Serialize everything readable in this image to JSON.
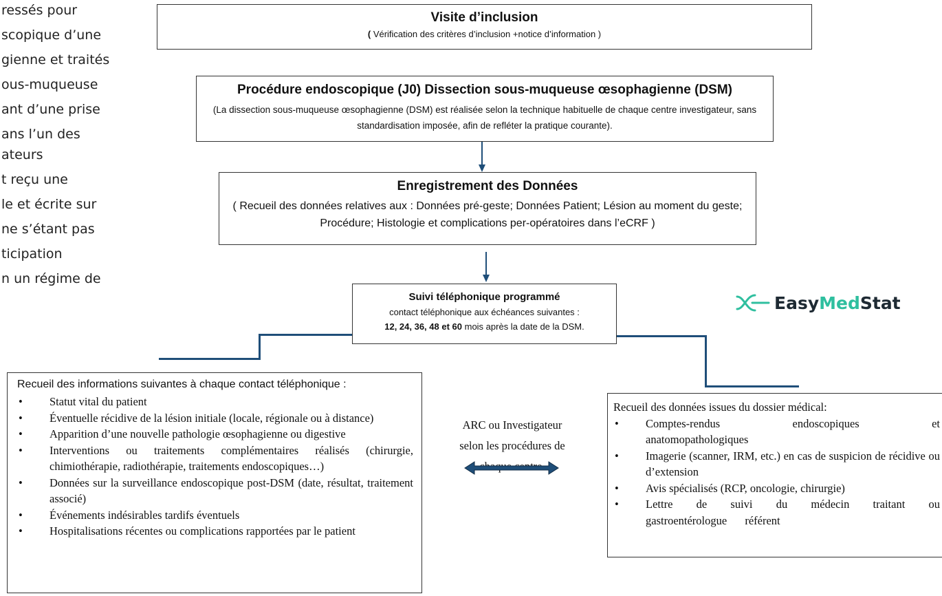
{
  "left_fragment_lines": [
    "ressés       pour",
    "scopique d’une",
    "gienne et traités",
    "ous-muqueuse",
    "ant d’une prise",
    "ans    l’un    des",
    "ateurs",
    "t      reçu      une",
    "le et écrite sur",
    "ne s’étant pas",
    "ticipation",
    "n un régime de"
  ],
  "visite": {
    "title": "Visite d’inclusion",
    "paren_open": "(",
    "subtitle": " Vérification des critères d’inclusion +notice d’information )"
  },
  "procedure": {
    "title": "Procédure endoscopique (J0) Dissection sous-muqueuse œsophagienne (DSM)",
    "body": "(La dissection sous-muqueuse œsophagienne (DSM) est réalisée selon la technique habituelle de chaque centre investigateur, sans standardisation imposée, afin de refléter la pratique courante)."
  },
  "enregistrement": {
    "title": "Enregistrement des Données",
    "body": "( Recueil des données relatives aux : Données pré-geste; Données Patient; Lésion au moment du geste; Procédure; Histologie  et complications per-opératoires dans l’eCRF )"
  },
  "suivi": {
    "title": "Suivi téléphonique programmé",
    "line1": "contact téléphonique aux échéances suivantes :",
    "months_bold": "12, 24, 36, 48 et 60",
    "line2_rest": " mois après la date de la DSM."
  },
  "brand": {
    "name_part1": "Easy",
    "name_part2": "Med",
    "name_part3": "Stat",
    "colors": {
      "teal": "#2fbf9f",
      "dark": "#1e2a33"
    }
  },
  "left_box": {
    "heading": "Recueil des informations suivantes à chaque contact téléphonique :",
    "items": [
      "Statut vital du patient",
      "Éventuelle récidive de la lésion initiale (locale, régionale ou à distance)",
      "Apparition d’une nouvelle pathologie œsophagienne ou digestive",
      "Interventions ou traitements complémentaires réalisés (chirurgie, chimiothérapie, radiothérapie, traitements endoscopiques…)",
      "Données sur la surveillance endoscopique post-DSM (date, résultat, traitement associé)",
      "Événements indésirables tardifs éventuels",
      "Hospitalisations récentes ou complications rapportées par le patient"
    ]
  },
  "middle": {
    "line1": "ARC ou Investigateur",
    "line2": "selon les procédures de",
    "line3": "chaque centre."
  },
  "right_box": {
    "heading": "Recueil des données issues du dossier médical:",
    "items": [
      "Comptes-rendus endoscopiques et anatomopathologiques",
      "Imagerie (scanner, IRM, etc.) en cas de suspicion de récidive ou d’extension",
      "Avis spécialisés (RCP, oncologie, chirurgie)",
      "Lettre de suivi du médecin traitant ou gastroentérologue référent"
    ]
  },
  "colors": {
    "connector": "#1f4e79",
    "border": "#333333"
  }
}
